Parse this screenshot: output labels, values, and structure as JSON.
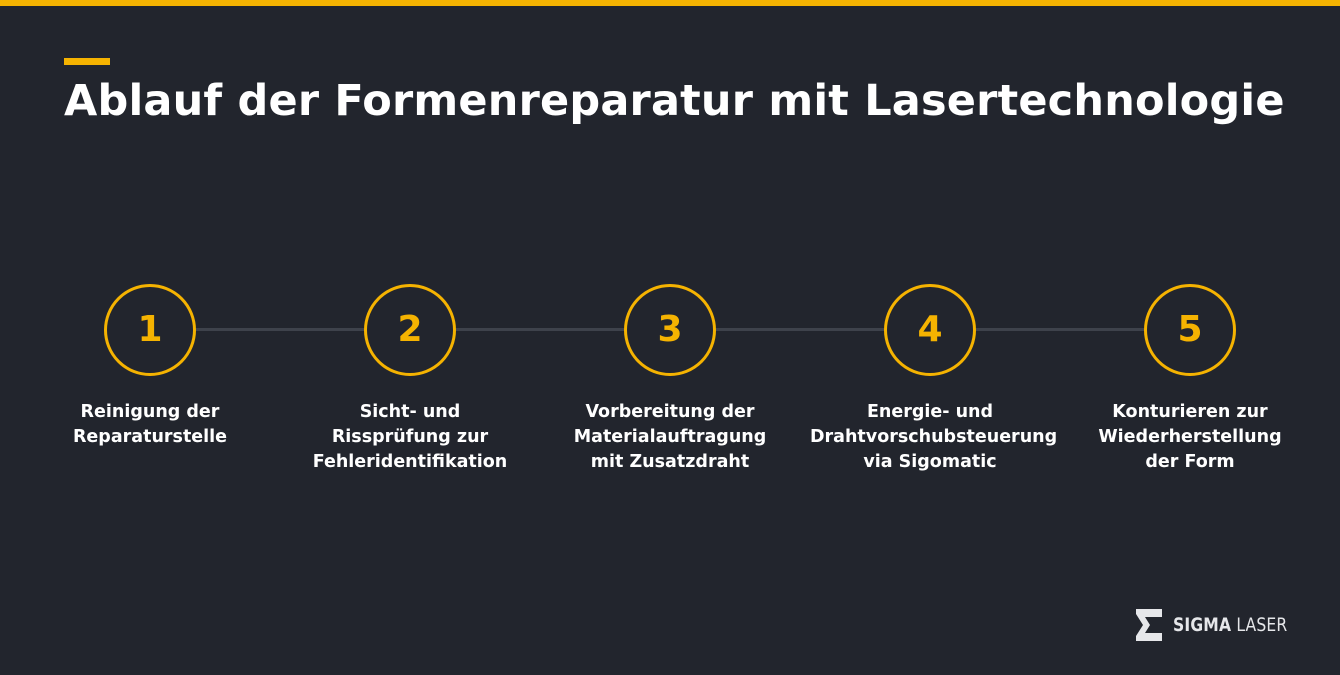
{
  "page": {
    "title": "Ablauf der Formenreparatur mit Lasertechnologie"
  },
  "steps": [
    {
      "number": "1",
      "label": "Reinigung der\nReparaturstelle"
    },
    {
      "number": "2",
      "label": "Sicht- und\nRissprüfung zur\nFehleridentifikation"
    },
    {
      "number": "3",
      "label": "Vorbereitung der\nMaterialauftragung\nmit Zusatzdraht"
    },
    {
      "number": "4",
      "label": "Energie- und\nDrahtvorschubsteuerung\nvia Sigomatic"
    },
    {
      "number": "5",
      "label": "Konturieren zur\nWiederherstellung\nder Form"
    }
  ],
  "logo": {
    "word1": "SIGMA",
    "word2": "LASER"
  },
  "colors": {
    "background": "#22252d",
    "accent": "#f5b301",
    "connector": "#3e424b",
    "text": "#ffffff"
  }
}
